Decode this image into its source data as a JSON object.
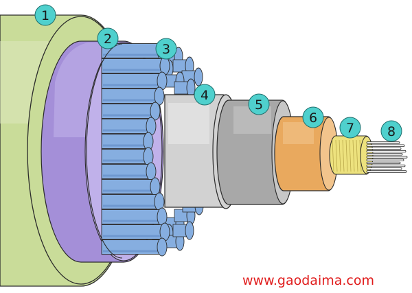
{
  "diagram": {
    "colors": {
      "jacket": "#c9dc99",
      "jacket_light": "#dce7bd",
      "sheath": "#a48fd8",
      "sheath_light": "#c0b1ea",
      "strands": "#86aee0",
      "strands_dark": "#6f98cf",
      "core": "#d2d2d2",
      "core_light": "#e6e6e6",
      "inner_sheath": "#a8a8a8",
      "inner_sheath_light": "#c7c7c7",
      "buffer": "#e9a95e",
      "buffer_light": "#f2c48c",
      "yarn": "#ede27e",
      "badge": "#4fd0cd",
      "outline": "#2b2b2b"
    },
    "layers": [
      {
        "label": "1"
      },
      {
        "label": "2"
      },
      {
        "label": "3"
      },
      {
        "label": "4"
      },
      {
        "label": "5"
      },
      {
        "label": "6"
      },
      {
        "label": "7"
      },
      {
        "label": "8"
      }
    ]
  },
  "watermark": {
    "text": "www.gaodaima.com"
  }
}
